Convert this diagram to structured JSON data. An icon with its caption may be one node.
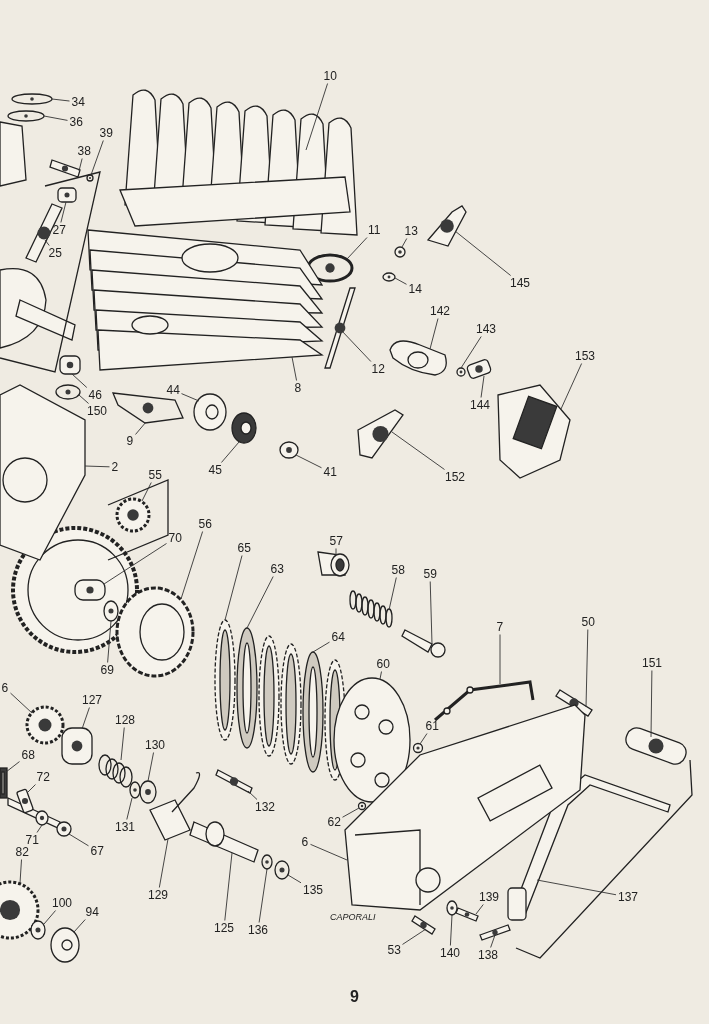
{
  "diagram": {
    "nodes": [
      {
        "text": [
          "34"
        ]
      },
      {
        "text": [
          "36"
        ]
      },
      {
        "text": [
          "39"
        ]
      },
      {
        "text": [
          "38"
        ]
      },
      {
        "text": [
          "27"
        ]
      },
      {
        "text": [
          "25"
        ]
      },
      {
        "text": [
          "10"
        ]
      },
      {
        "text": [
          "11"
        ]
      },
      {
        "text": [
          "13"
        ]
      },
      {
        "text": [
          "14"
        ]
      },
      {
        "text": [
          "145"
        ]
      },
      {
        "text": [
          "142"
        ]
      },
      {
        "text": [
          "143"
        ]
      },
      {
        "text": [
          "144"
        ]
      },
      {
        "text": [
          "153"
        ]
      },
      {
        "text": [
          "12"
        ]
      },
      {
        "text": [
          "8"
        ]
      },
      {
        "text": [
          "46"
        ]
      },
      {
        "text": [
          "150"
        ]
      },
      {
        "text": [
          "44"
        ]
      },
      {
        "text": [
          "9"
        ]
      },
      {
        "text": [
          "45"
        ]
      },
      {
        "text": [
          "41"
        ]
      },
      {
        "text": [
          "2"
        ]
      },
      {
        "text": [
          "152"
        ]
      },
      {
        "text": [
          "55"
        ]
      },
      {
        "text": [
          "70"
        ]
      },
      {
        "text": [
          "56"
        ]
      },
      {
        "text": [
          "65"
        ]
      },
      {
        "text": [
          "63"
        ]
      },
      {
        "text": [
          "57"
        ]
      },
      {
        "text": [
          "58"
        ]
      },
      {
        "text": [
          "59"
        ]
      },
      {
        "text": [
          "69"
        ]
      },
      {
        "text": [
          "64"
        ]
      },
      {
        "text": [
          "60"
        ]
      },
      {
        "text": [
          "50"
        ]
      },
      {
        "text": [
          "7"
        ]
      },
      {
        "text": [
          "151"
        ]
      },
      {
        "text": [
          "6"
        ]
      },
      {
        "text": [
          "127"
        ]
      },
      {
        "text": [
          "128"
        ]
      },
      {
        "text": [
          "130"
        ]
      },
      {
        "text": [
          "68"
        ]
      },
      {
        "text": [
          "72"
        ]
      },
      {
        "text": [
          "61"
        ]
      },
      {
        "text": [
          "71"
        ]
      },
      {
        "text": [
          "67"
        ]
      },
      {
        "text": [
          "131"
        ]
      },
      {
        "text": [
          "132"
        ]
      },
      {
        "text": [
          "129"
        ]
      },
      {
        "text": [
          "62"
        ]
      },
      {
        "text": [
          "6"
        ]
      },
      {
        "text": [
          "82"
        ]
      },
      {
        "text": [
          "135"
        ]
      },
      {
        "text": [
          "125"
        ]
      },
      {
        "text": [
          "136"
        ]
      },
      {
        "text": [
          "100"
        ]
      },
      {
        "text": [
          "94"
        ]
      },
      {
        "text": [
          "137"
        ]
      },
      {
        "text": [
          "139"
        ]
      },
      {
        "text": [
          "53"
        ]
      },
      {
        "text": [
          "140"
        ]
      },
      {
        "text": [
          "138"
        ]
      },
      {
        "text": [],
        "shape": "picture"
      },
      {
        "text": [],
        "shape": "picture"
      },
      {
        "text": [],
        "shape": "picture"
      },
      {
        "text": [],
        "shape": "picture"
      },
      {
        "text": [],
        "shape": "picture"
      },
      {
        "text": [],
        "shape": "picture"
      },
      {
        "text": [],
        "shape": "picture"
      },
      {
        "text": [],
        "shape": "picture"
      },
      {
        "text": [],
        "shape": "picture"
      },
      {
        "text": [],
        "shape": "picture"
      },
      {
        "text": [],
        "shape": "picture"
      },
      {
        "text": [],
        "shape": "picture"
      },
      {
        "text": [],
        "shape": "picture"
      },
      {
        "text": [],
        "shape": "picture"
      },
      {
        "text": [],
        "shape": "picture"
      },
      {
        "text": [],
        "shape": "picture"
      },
      {
        "text": [],
        "shape": "picture"
      },
      {
        "text": [],
        "shape": "picture"
      },
      {
        "text": [],
        "shape": "picture"
      },
      {
        "text": [],
        "shape": "picture"
      },
      {
        "text": [],
        "shape": "picture"
      },
      {
        "text": [],
        "shape": "picture"
      },
      {
        "text": [],
        "shape": "picture"
      },
      {
        "text": [],
        "shape": "picture"
      },
      {
        "text": [],
        "shape": "picture"
      },
      {
        "text": [],
        "shape": "picture"
      },
      {
        "text": [],
        "shape": "picture"
      },
      {
        "text": [],
        "shape": "picture"
      },
      {
        "text": [],
        "shape": "picture"
      },
      {
        "text": [],
        "shape": "picture"
      },
      {
        "text": [],
        "shape": "picture"
      },
      {
        "text": [],
        "shape": "picture"
      },
      {
        "text": [],
        "shape": "picture"
      },
      {
        "text": [],
        "shape": "picture"
      },
      {
        "text": [],
        "shape": "picture"
      },
      {
        "text": [],
        "shape": "picture"
      },
      {
        "text": [],
        "shape": "picture"
      },
      {
        "text": [],
        "shape": "picture"
      },
      {
        "text": [],
        "shape": "picture"
      },
      {
        "text": [],
        "shape": "picture"
      },
      {
        "text": [],
        "shape": "picture"
      },
      {
        "text": [],
        "shape": "picture"
      },
      {
        "text": [],
        "shape": "picture"
      },
      {
        "text": [],
        "shape": "picture"
      },
      {
        "text": [],
        "shape": "picture"
      },
      {
        "text": [],
        "shape": "picture"
      },
      {
        "text": [],
        "shape": "picture"
      },
      {
        "text": [],
        "shape": "picture"
      },
      {
        "text": [],
        "shape": "picture"
      },
      {
        "text": [],
        "shape": "picture"
      },
      {
        "text": [],
        "shape": "picture"
      },
      {
        "text": [],
        "shape": "picture"
      },
      {
        "text": [],
        "shape": "picture"
      },
      {
        "text": [],
        "shape": "picture"
      },
      {
        "text": [],
        "shape": "picture"
      },
      {
        "text": [],
        "shape": "picture"
      },
      {
        "text": [],
        "shape": "picture"
      },
      {
        "text": [],
        "shape": "picture"
      },
      {
        "text": [],
        "shape": "picture"
      },
      {
        "text": [],
        "shape": "picture"
      },
      {
        "text": [],
        "shape": "picture"
      },
      {
        "text": [],
        "shape": "picture"
      },
      {
        "text": [],
        "shape": "picture"
      },
      {
        "text": [],
        "shape": "picture"
      }
    ],
    "edges": [
      {
        "from": 0,
        "to": 64,
        "arrow": "none"
      },
      {
        "from": 1,
        "to": 65,
        "arrow": "none"
      },
      {
        "from": 2,
        "to": 66,
        "arrow": "none"
      },
      {
        "from": 3,
        "to": 67,
        "arrow": "none"
      },
      {
        "from": 4,
        "to": 68,
        "arrow": "none"
      },
      {
        "from": 5,
        "to": 69,
        "arrow": "none"
      },
      {
        "from": 6,
        "to": 70,
        "arrow": "none"
      },
      {
        "from": 7,
        "to": 71,
        "arrow": "none"
      },
      {
        "from": 8,
        "to": 72,
        "arrow": "none"
      },
      {
        "from": 9,
        "to": 73,
        "arrow": "none"
      },
      {
        "from": 10,
        "to": 74,
        "arrow": "none"
      },
      {
        "from": 11,
        "to": 75,
        "arrow": "none"
      },
      {
        "from": 12,
        "to": 76,
        "arrow": "none"
      },
      {
        "from": 13,
        "to": 77,
        "arrow": "none"
      },
      {
        "from": 14,
        "to": 78,
        "arrow": "none"
      },
      {
        "from": 15,
        "to": 79,
        "arrow": "none"
      },
      {
        "from": 16,
        "to": 80,
        "arrow": "none"
      },
      {
        "from": 17,
        "to": 81,
        "arrow": "none"
      },
      {
        "from": 18,
        "to": 82,
        "arrow": "none"
      },
      {
        "from": 19,
        "to": 83,
        "arrow": "none"
      },
      {
        "from": 20,
        "to": 84,
        "arrow": "none"
      },
      {
        "from": 21,
        "to": 85,
        "arrow": "none"
      },
      {
        "from": 22,
        "to": 86,
        "arrow": "none"
      },
      {
        "from": 23,
        "to": 87,
        "arrow": "none"
      },
      {
        "from": 24,
        "to": 88,
        "arrow": "none"
      },
      {
        "from": 25,
        "to": 89,
        "arrow": "none"
      },
      {
        "from": 26,
        "to": 90,
        "arrow": "none"
      },
      {
        "from": 27,
        "to": 91,
        "arrow": "none"
      },
      {
        "from": 28,
        "to": 92,
        "arrow": "none"
      },
      {
        "from": 29,
        "to": 93,
        "arrow": "none"
      },
      {
        "from": 30,
        "to": 94,
        "arrow": "none"
      },
      {
        "from": 31,
        "to": 95,
        "arrow": "none"
      },
      {
        "from": 32,
        "to": 96,
        "arrow": "none"
      },
      {
        "from": 33,
        "to": 97,
        "arrow": "none"
      },
      {
        "from": 34,
        "to": 98,
        "arrow": "none"
      },
      {
        "from": 35,
        "to": 99,
        "arrow": "none"
      },
      {
        "from": 36,
        "to": 100,
        "arrow": "none"
      },
      {
        "from": 37,
        "to": 101,
        "arrow": "none"
      },
      {
        "from": 38,
        "to": 102,
        "arrow": "none"
      },
      {
        "from": 39,
        "to": 103,
        "arrow": "none"
      },
      {
        "from": 40,
        "to": 104,
        "arrow": "none"
      },
      {
        "from": 41,
        "to": 105,
        "arrow": "none"
      },
      {
        "from": 42,
        "to": 106,
        "arrow": "none"
      },
      {
        "from": 43,
        "to": 107,
        "arrow": "none"
      },
      {
        "from": 44,
        "to": 108,
        "arrow": "none"
      },
      {
        "from": 45,
        "to": 109,
        "arrow": "none"
      },
      {
        "from": 46,
        "to": 110,
        "arrow": "none"
      },
      {
        "from": 47,
        "to": 111,
        "arrow": "none"
      },
      {
        "from": 48,
        "to": 112,
        "arrow": "none"
      },
      {
        "from": 49,
        "to": 113,
        "arrow": "none"
      },
      {
        "from": 50,
        "to": 114,
        "arrow": "none"
      },
      {
        "from": 51,
        "to": 115,
        "arrow": "none"
      },
      {
        "from": 52,
        "to": 116,
        "arrow": "none"
      },
      {
        "from": 53,
        "to": 117,
        "arrow": "none"
      },
      {
        "from": 54,
        "to": 118,
        "arrow": "none"
      },
      {
        "from": 55,
        "to": 119,
        "arrow": "none"
      },
      {
        "from": 56,
        "to": 120,
        "arrow": "none"
      },
      {
        "from": 57,
        "to": 121,
        "arrow": "none"
      },
      {
        "from": 58,
        "to": 122,
        "arrow": "none"
      },
      {
        "from": 59,
        "to": 123,
        "arrow": "none"
      },
      {
        "from": 60,
        "to": 124,
        "arrow": "none"
      },
      {
        "from": 61,
        "to": 125,
        "arrow": "none"
      },
      {
        "from": 62,
        "to": 126,
        "arrow": "none"
      },
      {
        "from": 63,
        "to": 127,
        "arrow": "none"
      }
    ],
    "labels": [
      "CAPORALI",
      "9"
    ]
  }
}
